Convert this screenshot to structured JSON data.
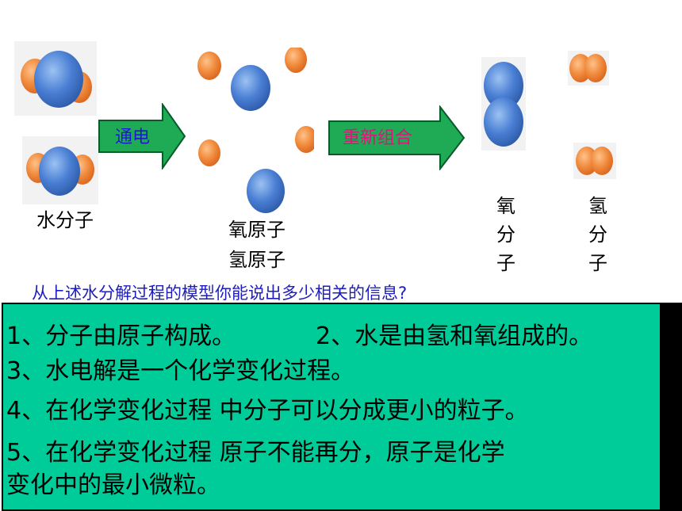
{
  "arrow1_label": "通电",
  "arrow2_label": "重新组合",
  "labels": {
    "water_molecule": "水分子",
    "oxygen_atom": "氧原子",
    "hydrogen_atom": "氢原子",
    "oxygen_molecule": [
      "氧",
      "分",
      "子"
    ],
    "hydrogen_molecule": [
      "氢",
      "分",
      "子"
    ]
  },
  "question": "从上述水分解过程的模型你能说出多少相关的信息?",
  "answers": {
    "line1a": "1、分子由原子构成。",
    "line1b": "2、水是由氢和氧组成的。",
    "line2": "3、水电解是一个化学变化过程。",
    "line3": "4、在化学变化过程 中分子可以分成更小的粒子。",
    "line4": "5、在化学变化过程 原子不能再分，原子是化学",
    "line5": "变化中的最小微粒。"
  },
  "colors": {
    "oxygen_blue": "#4a7fd4",
    "hydrogen_orange": "#f08a3c",
    "arrow_green": "#1faa55",
    "arrow1_text": "#1a1acc",
    "arrow2_text": "#e0147a",
    "answer_box": "#00cc99",
    "question_text": "#1d1dbf"
  }
}
